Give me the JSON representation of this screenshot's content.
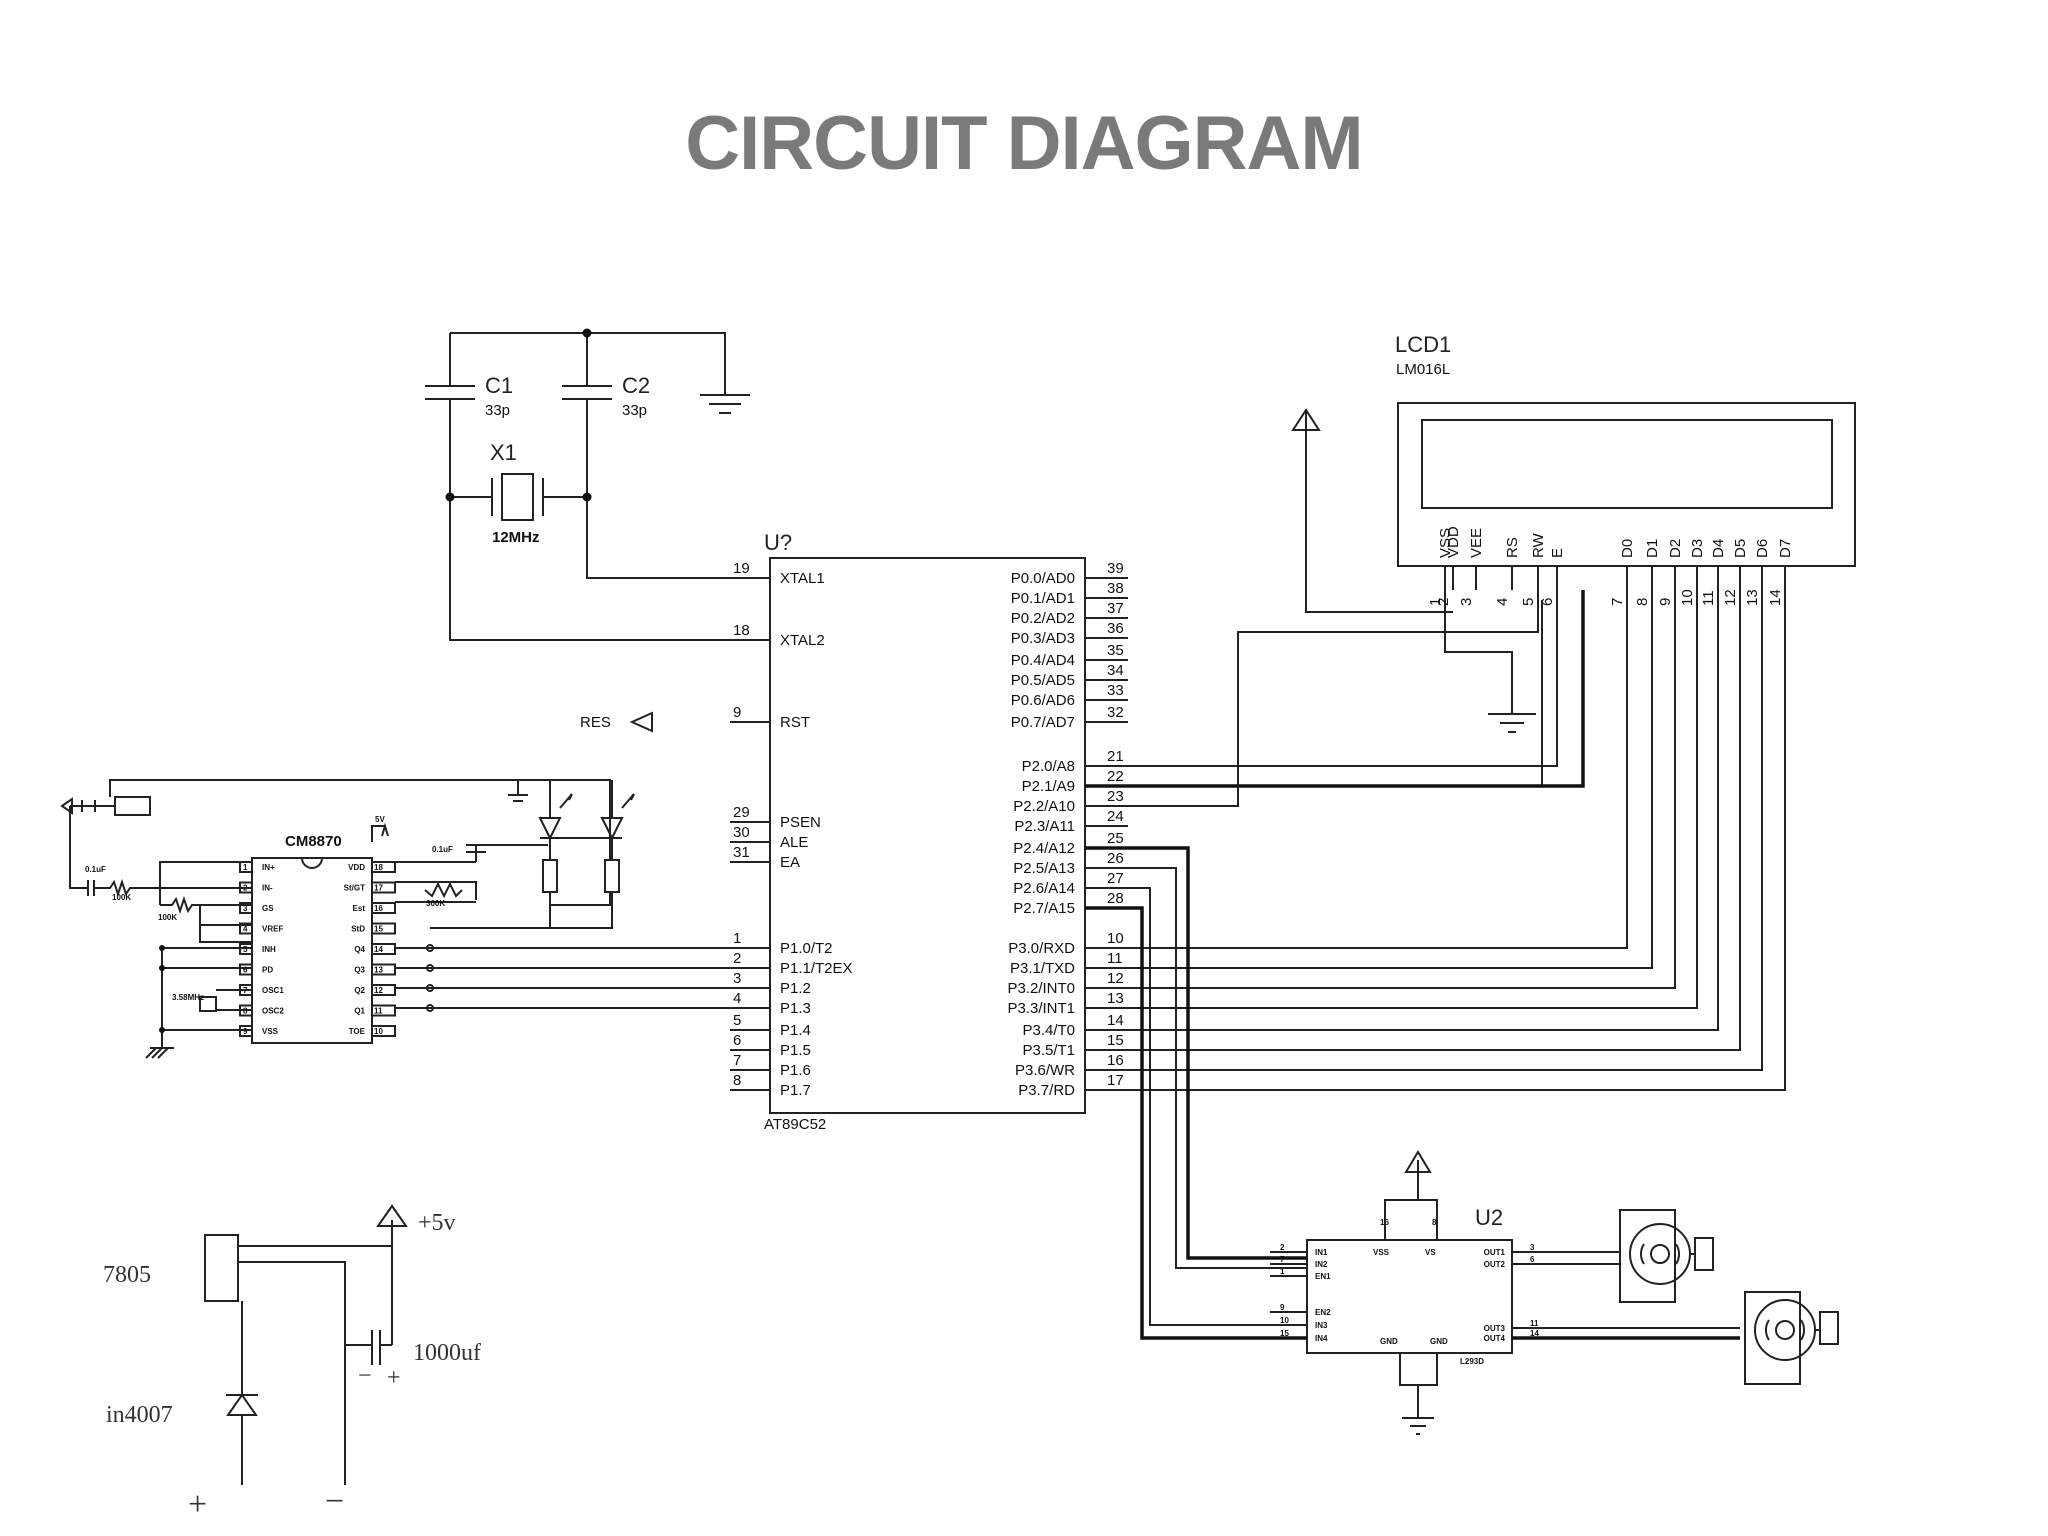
{
  "title": "CIRCUIT DIAGRAM",
  "crystal": {
    "c1": "C1",
    "c1_val": "33p",
    "c2": "C2",
    "c2_val": "33p",
    "x1": "X1",
    "x1_val": "12MHz"
  },
  "mcu": {
    "ref": "U?",
    "part": "AT89C52",
    "left_pins": [
      {
        "num": "19",
        "name": "XTAL1"
      },
      {
        "num": "18",
        "name": "XTAL2"
      },
      {
        "num": "9",
        "name": "RST"
      },
      {
        "num": "29",
        "name": "PSEN"
      },
      {
        "num": "30",
        "name": "ALE"
      },
      {
        "num": "31",
        "name": "EA"
      },
      {
        "num": "1",
        "name": "P1.0/T2"
      },
      {
        "num": "2",
        "name": "P1.1/T2EX"
      },
      {
        "num": "3",
        "name": "P1.2"
      },
      {
        "num": "4",
        "name": "P1.3"
      },
      {
        "num": "5",
        "name": "P1.4"
      },
      {
        "num": "6",
        "name": "P1.5"
      },
      {
        "num": "7",
        "name": "P1.6"
      },
      {
        "num": "8",
        "name": "P1.7"
      }
    ],
    "right_pins": [
      {
        "num": "39",
        "name": "P0.0/AD0"
      },
      {
        "num": "38",
        "name": "P0.1/AD1"
      },
      {
        "num": "37",
        "name": "P0.2/AD2"
      },
      {
        "num": "36",
        "name": "P0.3/AD3"
      },
      {
        "num": "35",
        "name": "P0.4/AD4"
      },
      {
        "num": "34",
        "name": "P0.5/AD5"
      },
      {
        "num": "33",
        "name": "P0.6/AD6"
      },
      {
        "num": "32",
        "name": "P0.7/AD7"
      },
      {
        "num": "21",
        "name": "P2.0/A8"
      },
      {
        "num": "22",
        "name": "P2.1/A9"
      },
      {
        "num": "23",
        "name": "P2.2/A10"
      },
      {
        "num": "24",
        "name": "P2.3/A11"
      },
      {
        "num": "25",
        "name": "P2.4/A12"
      },
      {
        "num": "26",
        "name": "P2.5/A13"
      },
      {
        "num": "27",
        "name": "P2.6/A14"
      },
      {
        "num": "28",
        "name": "P2.7/A15"
      },
      {
        "num": "10",
        "name": "P3.0/RXD"
      },
      {
        "num": "11",
        "name": "P3.1/TXD"
      },
      {
        "num": "12",
        "name": "P3.2/INT0"
      },
      {
        "num": "13",
        "name": "P3.3/INT1"
      },
      {
        "num": "14",
        "name": "P3.4/T0"
      },
      {
        "num": "15",
        "name": "P3.5/T1"
      },
      {
        "num": "16",
        "name": "P3.6/WR"
      },
      {
        "num": "17",
        "name": "P3.7/RD"
      }
    ],
    "res_label": "RES"
  },
  "lcd": {
    "ref": "LCD1",
    "part": "LM016L",
    "pin_names": [
      "VSS",
      "VDD",
      "VEE",
      "RS",
      "RW",
      "E",
      "D0",
      "D1",
      "D2",
      "D3",
      "D4",
      "D5",
      "D6",
      "D7"
    ],
    "pin_nums": [
      "1",
      "2",
      "3",
      "4",
      "5",
      "6",
      "7",
      "8",
      "9",
      "10",
      "11",
      "12",
      "13",
      "14"
    ]
  },
  "dtmf": {
    "part": "CM8870",
    "left_pins": [
      "IN+",
      "IN-",
      "GS",
      "VREF",
      "INH",
      "PD",
      "OSC1",
      "OSC2",
      "VSS"
    ],
    "right_pins": [
      "VDD",
      "St/GT",
      "Est",
      "StD",
      "Q4",
      "Q3",
      "Q2",
      "Q1",
      "TOE"
    ],
    "left_nums": [
      "1",
      "2",
      "3",
      "4",
      "5",
      "6",
      "7",
      "8",
      "9"
    ],
    "right_nums": [
      "18",
      "17",
      "16",
      "15",
      "14",
      "13",
      "12",
      "11",
      "10"
    ],
    "cap1": "0.1uF",
    "r1": "100K",
    "r2": "100K",
    "cap2": "0.1uF",
    "r3": "300K",
    "xtal": "3.58MHz",
    "vcc": "5V"
  },
  "driver": {
    "ref": "U2",
    "part": "L293D",
    "left_pins": [
      "IN1",
      "IN2",
      "EN1",
      "EN2",
      "IN3",
      "IN4"
    ],
    "left_nums": [
      "2",
      "7",
      "1",
      "9",
      "10",
      "15"
    ],
    "right_pins": [
      "OUT1",
      "OUT2",
      "OUT3",
      "OUT4"
    ],
    "right_nums": [
      "3",
      "6",
      "11",
      "14"
    ],
    "top_pins": [
      "VSS",
      "VS"
    ],
    "top_nums": [
      "16",
      "8"
    ],
    "bottom_pins": [
      "GND",
      "GND"
    ]
  },
  "psu": {
    "reg": "7805",
    "out": "+5v",
    "cap": "1000uf",
    "diode": "in4007",
    "minus": "−",
    "plus": "+"
  }
}
